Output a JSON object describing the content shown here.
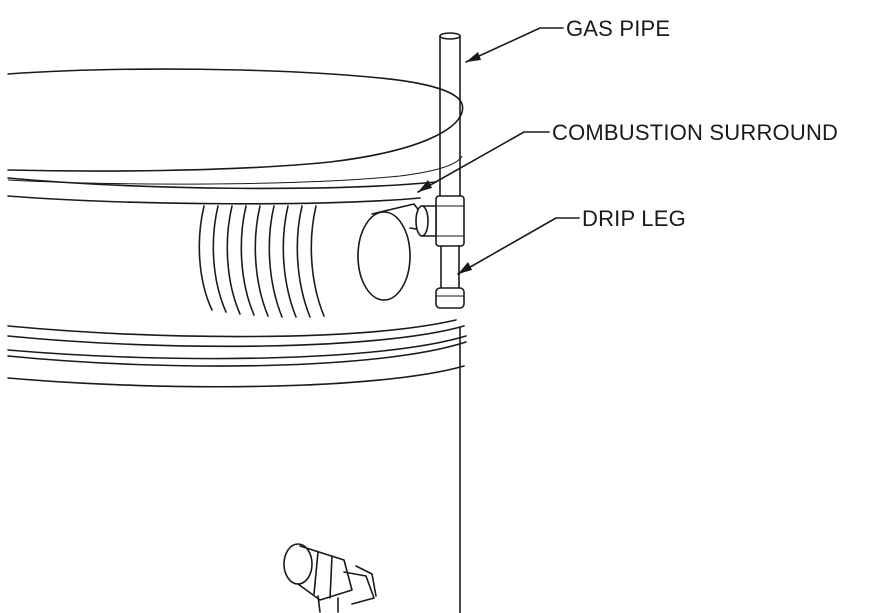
{
  "diagram": {
    "labels": {
      "gas_pipe": "GAS PIPE",
      "combustion_surround": "COMBUSTION SURROUND",
      "drip_leg": "DRIP LEG"
    },
    "colors": {
      "line": "#1a1a1a",
      "background": "#ffffff"
    }
  }
}
